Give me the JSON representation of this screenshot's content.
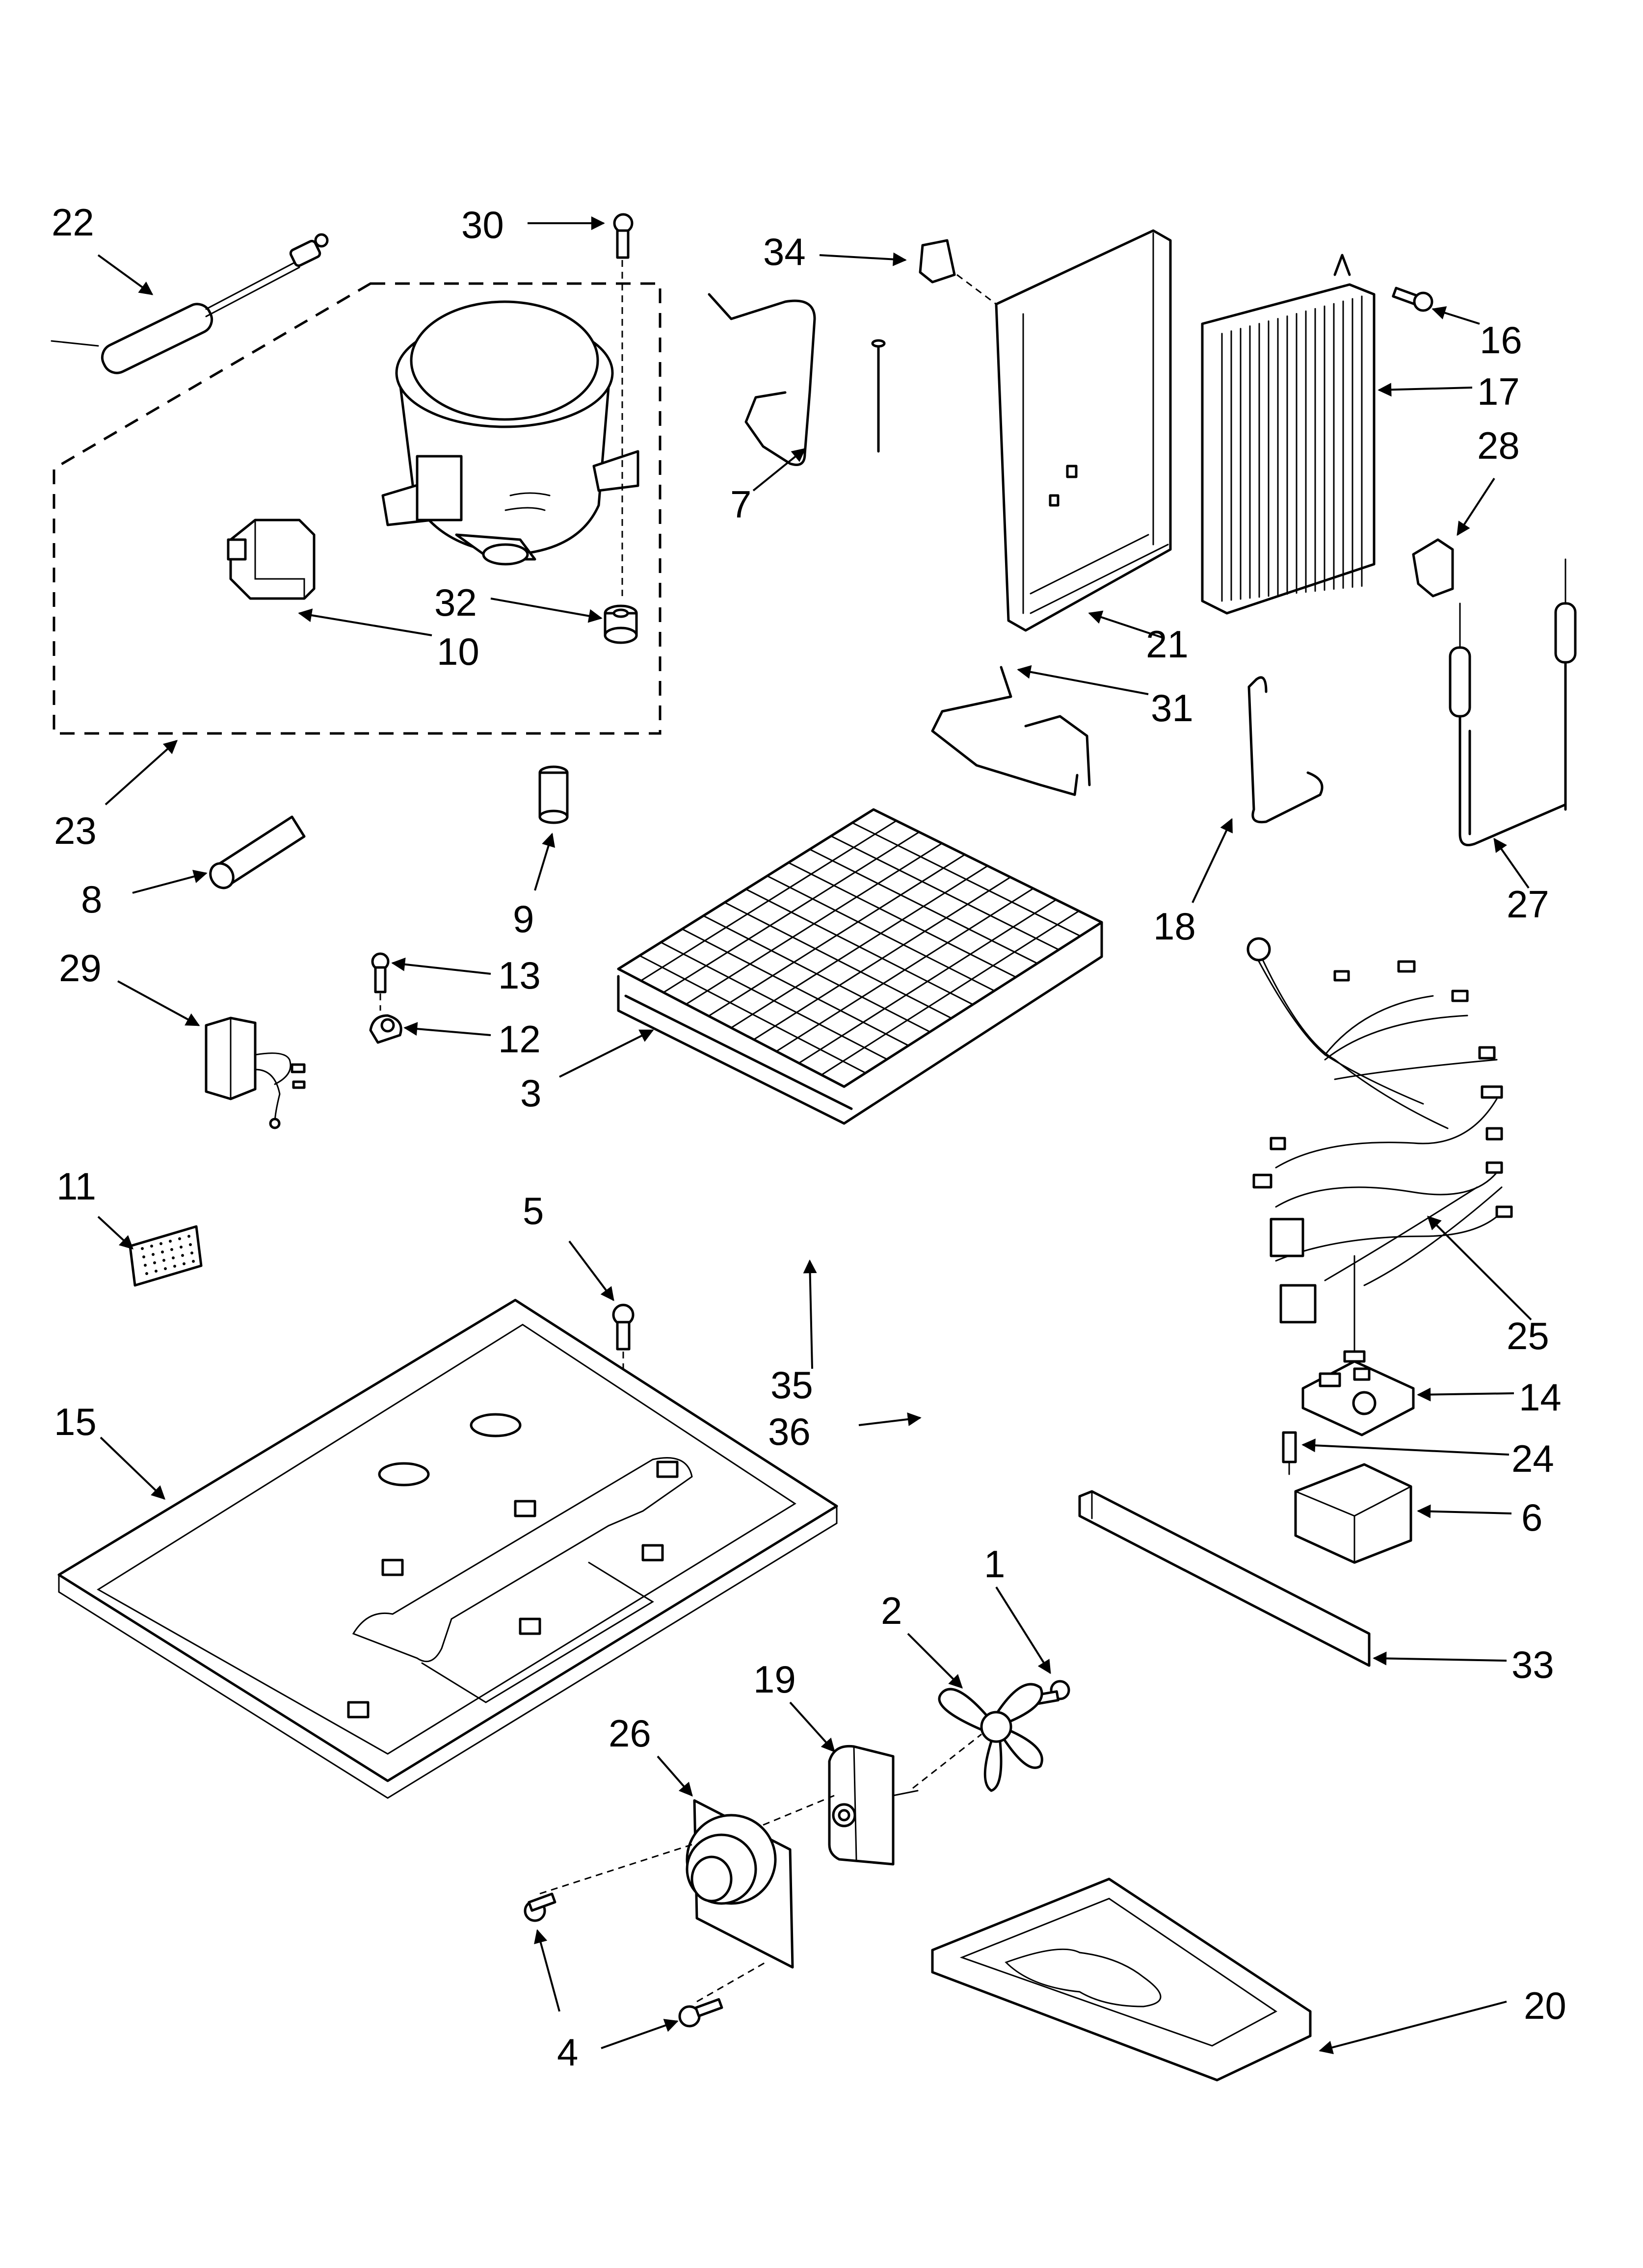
{
  "parts": [
    {
      "id": "p1",
      "label": "1"
    },
    {
      "id": "p2",
      "label": "2"
    },
    {
      "id": "p3",
      "label": "3"
    },
    {
      "id": "p4",
      "label": "4"
    },
    {
      "id": "p5",
      "label": "5"
    },
    {
      "id": "p6",
      "label": "6"
    },
    {
      "id": "p7",
      "label": "7"
    },
    {
      "id": "p8",
      "label": "8"
    },
    {
      "id": "p9",
      "label": "9"
    },
    {
      "id": "p10",
      "label": "10"
    },
    {
      "id": "p11",
      "label": "11"
    },
    {
      "id": "p12",
      "label": "12"
    },
    {
      "id": "p13",
      "label": "13"
    },
    {
      "id": "p14",
      "label": "14"
    },
    {
      "id": "p15",
      "label": "15"
    },
    {
      "id": "p16",
      "label": "16"
    },
    {
      "id": "p17",
      "label": "17"
    },
    {
      "id": "p18",
      "label": "18"
    },
    {
      "id": "p19",
      "label": "19"
    },
    {
      "id": "p20",
      "label": "20"
    },
    {
      "id": "p21",
      "label": "21"
    },
    {
      "id": "p22",
      "label": "22"
    },
    {
      "id": "p23",
      "label": "23"
    },
    {
      "id": "p24",
      "label": "24"
    },
    {
      "id": "p25",
      "label": "25"
    },
    {
      "id": "p26",
      "label": "26"
    },
    {
      "id": "p27",
      "label": "27"
    },
    {
      "id": "p28",
      "label": "28"
    },
    {
      "id": "p29",
      "label": "29"
    },
    {
      "id": "p30",
      "label": "30"
    },
    {
      "id": "p31",
      "label": "31"
    },
    {
      "id": "p32",
      "label": "32"
    },
    {
      "id": "p33",
      "label": "33"
    },
    {
      "id": "p34",
      "label": "34"
    },
    {
      "id": "p35",
      "label": "35"
    },
    {
      "id": "p36",
      "label": "36"
    }
  ],
  "colors": {
    "line": "#000000",
    "background": "#ffffff"
  }
}
